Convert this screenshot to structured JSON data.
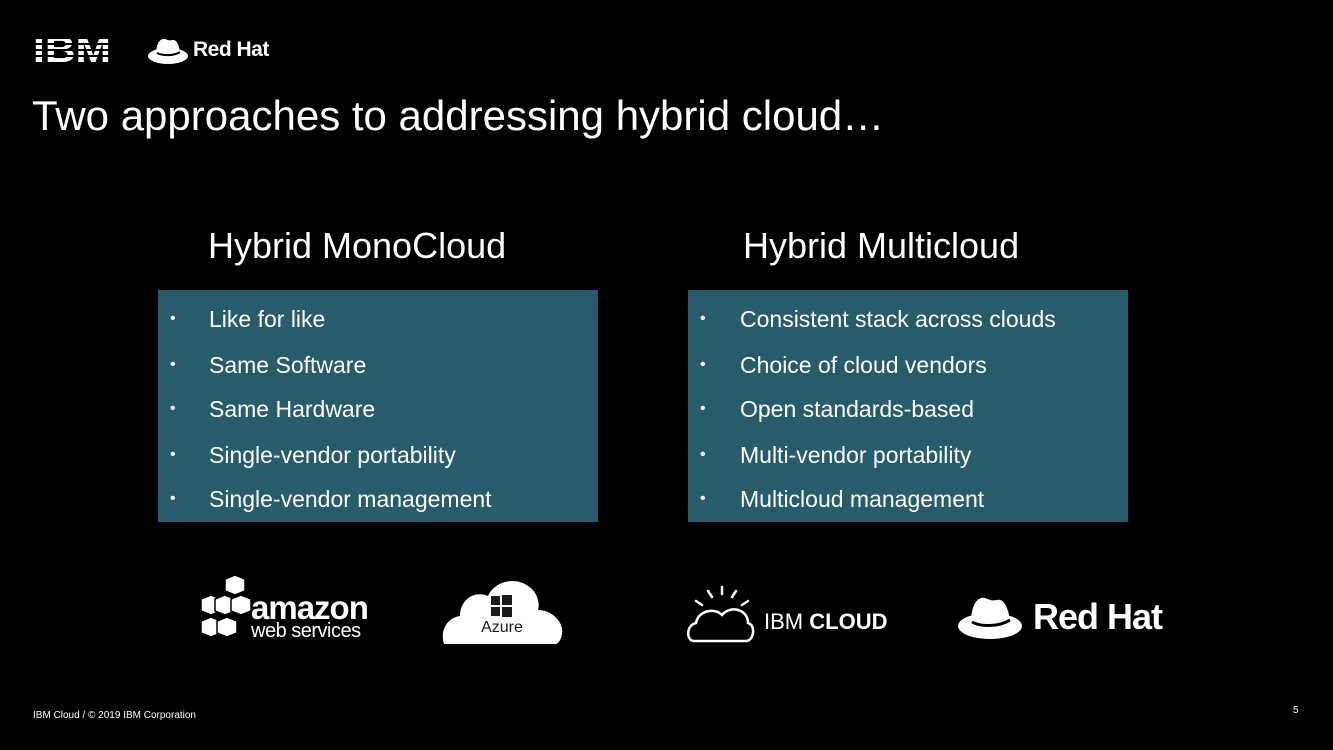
{
  "header": {
    "ibm_logo": "IBM",
    "redhat_logo": "Red Hat"
  },
  "title": "Two approaches to addressing hybrid cloud…",
  "columns": [
    {
      "heading": "Hybrid MonoCloud",
      "bullet": "•",
      "items": [
        "Like for like",
        "Same Software",
        "Same Hardware",
        "Single-vendor portability",
        "Single-vendor management"
      ]
    },
    {
      "heading": "Hybrid Multicloud",
      "bullet": "•",
      "items": [
        "Consistent stack across clouds",
        "Choice of cloud vendors",
        "Open standards-based",
        "Multi-vendor portability",
        "Multicloud management"
      ]
    }
  ],
  "logos": {
    "aws_line1": "amazon",
    "aws_line2": "web services",
    "azure": "Azure",
    "ibm_cloud_prefix": "IBM",
    "ibm_cloud_suffix": "CLOUD",
    "redhat": "Red Hat"
  },
  "footer": {
    "copyright": "IBM Cloud / © 2019 IBM Corporation",
    "page_number": "5"
  },
  "colors": {
    "background": "#000000",
    "panel": "#285b6c",
    "text": "#ffffff"
  }
}
